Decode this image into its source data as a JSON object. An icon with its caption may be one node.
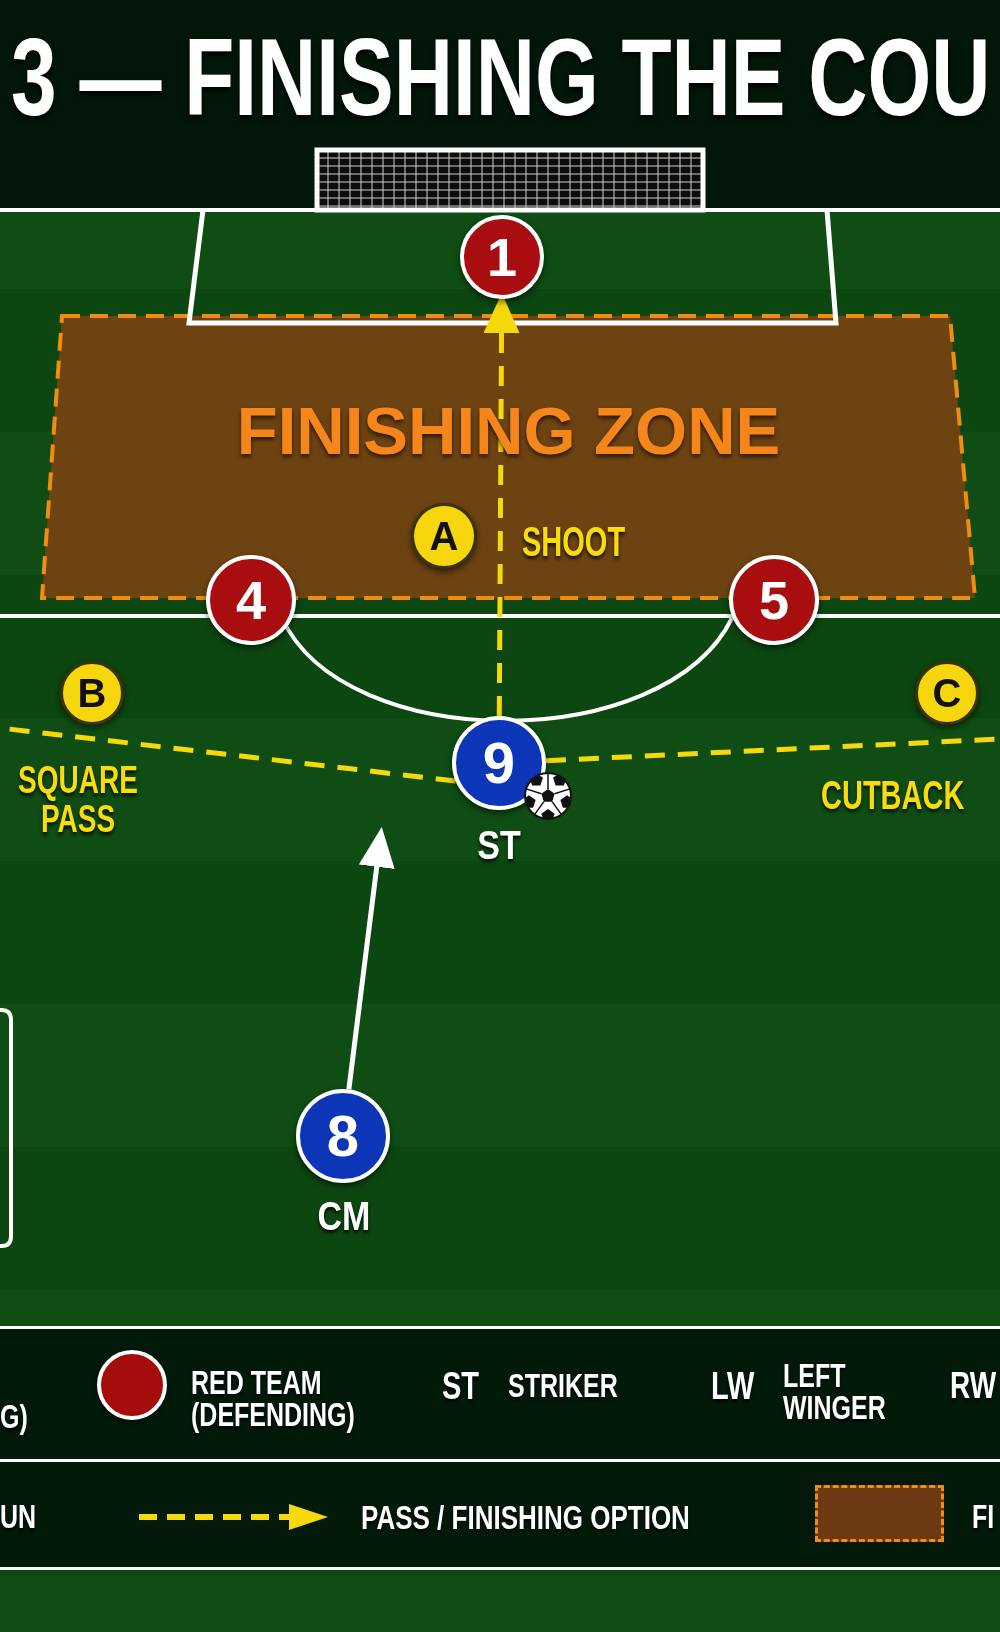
{
  "diagram": {
    "title": "3 — FINISHING THE COU",
    "nodes": [
      {
        "text": [
          "1"
        ]
      },
      {
        "text": [
          "FINISHING ZONE"
        ]
      },
      {
        "text": [
          "A"
        ],
        "in": 1,
        "beside": [
          "SHOOT"
        ]
      },
      {
        "text": [
          "4"
        ]
      },
      {
        "text": [
          "5"
        ]
      },
      {
        "text": [
          "B"
        ],
        "beside": [
          "SQUARE PASS"
        ]
      },
      {
        "text": [
          "C"
        ],
        "beside": [
          "CUTBACK"
        ]
      },
      {
        "text": [
          "9"
        ],
        "beside": [
          "ST"
        ]
      },
      {
        "text": [
          "8"
        ],
        "beside": [
          "CM"
        ]
      }
    ],
    "edges": [
      {
        "from": 7,
        "to": 0,
        "arrow": "to",
        "style": "dashed"
      },
      {
        "from": 7,
        "to": null,
        "arrow": "none",
        "style": "dashed"
      },
      {
        "from": 7,
        "to": null,
        "arrow": "none",
        "style": "dashed"
      },
      {
        "from": 8,
        "to": null,
        "arrow": "to",
        "color": "#ffffff"
      }
    ],
    "labels": [
      "G)",
      "ST",
      "STRIKER",
      "LW",
      "LEFT WINGER",
      "RW",
      "UN"
    ],
    "legend": [
      {
        "text": "RED TEAM (DEFENDING)",
        "color": "#a50d0d"
      },
      {
        "text": "PASS / FINISHING OPTION"
      },
      {
        "text": "FI",
        "color": "#6b3a12"
      }
    ]
  }
}
